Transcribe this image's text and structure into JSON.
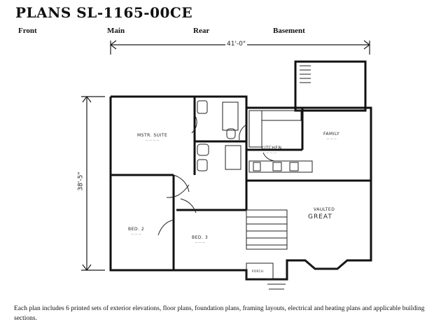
{
  "page": {
    "title": "PLANS SL-1165-00CE"
  },
  "tabs": [
    {
      "label": "Front"
    },
    {
      "label": "Main"
    },
    {
      "label": "Rear"
    },
    {
      "label": "Basement"
    }
  ],
  "plan": {
    "width_dimension": "41'-0\"",
    "depth_dimension": "38'-5\"",
    "rooms": {
      "master_suite": "MSTR. SUITE",
      "kitchen": "KITCHEN",
      "family": "FAMILY",
      "bedroom_2": "BED. 2",
      "bedroom_3": "BED. 3",
      "vaulted_great": "VAULTED",
      "great": "GREAT",
      "porch": "PORCH"
    }
  },
  "caption": "Each plan includes 6 printed sets of exterior elevations, floor plans, foundation plans, framing layouts, electrical and heating plans and applicable building sections."
}
